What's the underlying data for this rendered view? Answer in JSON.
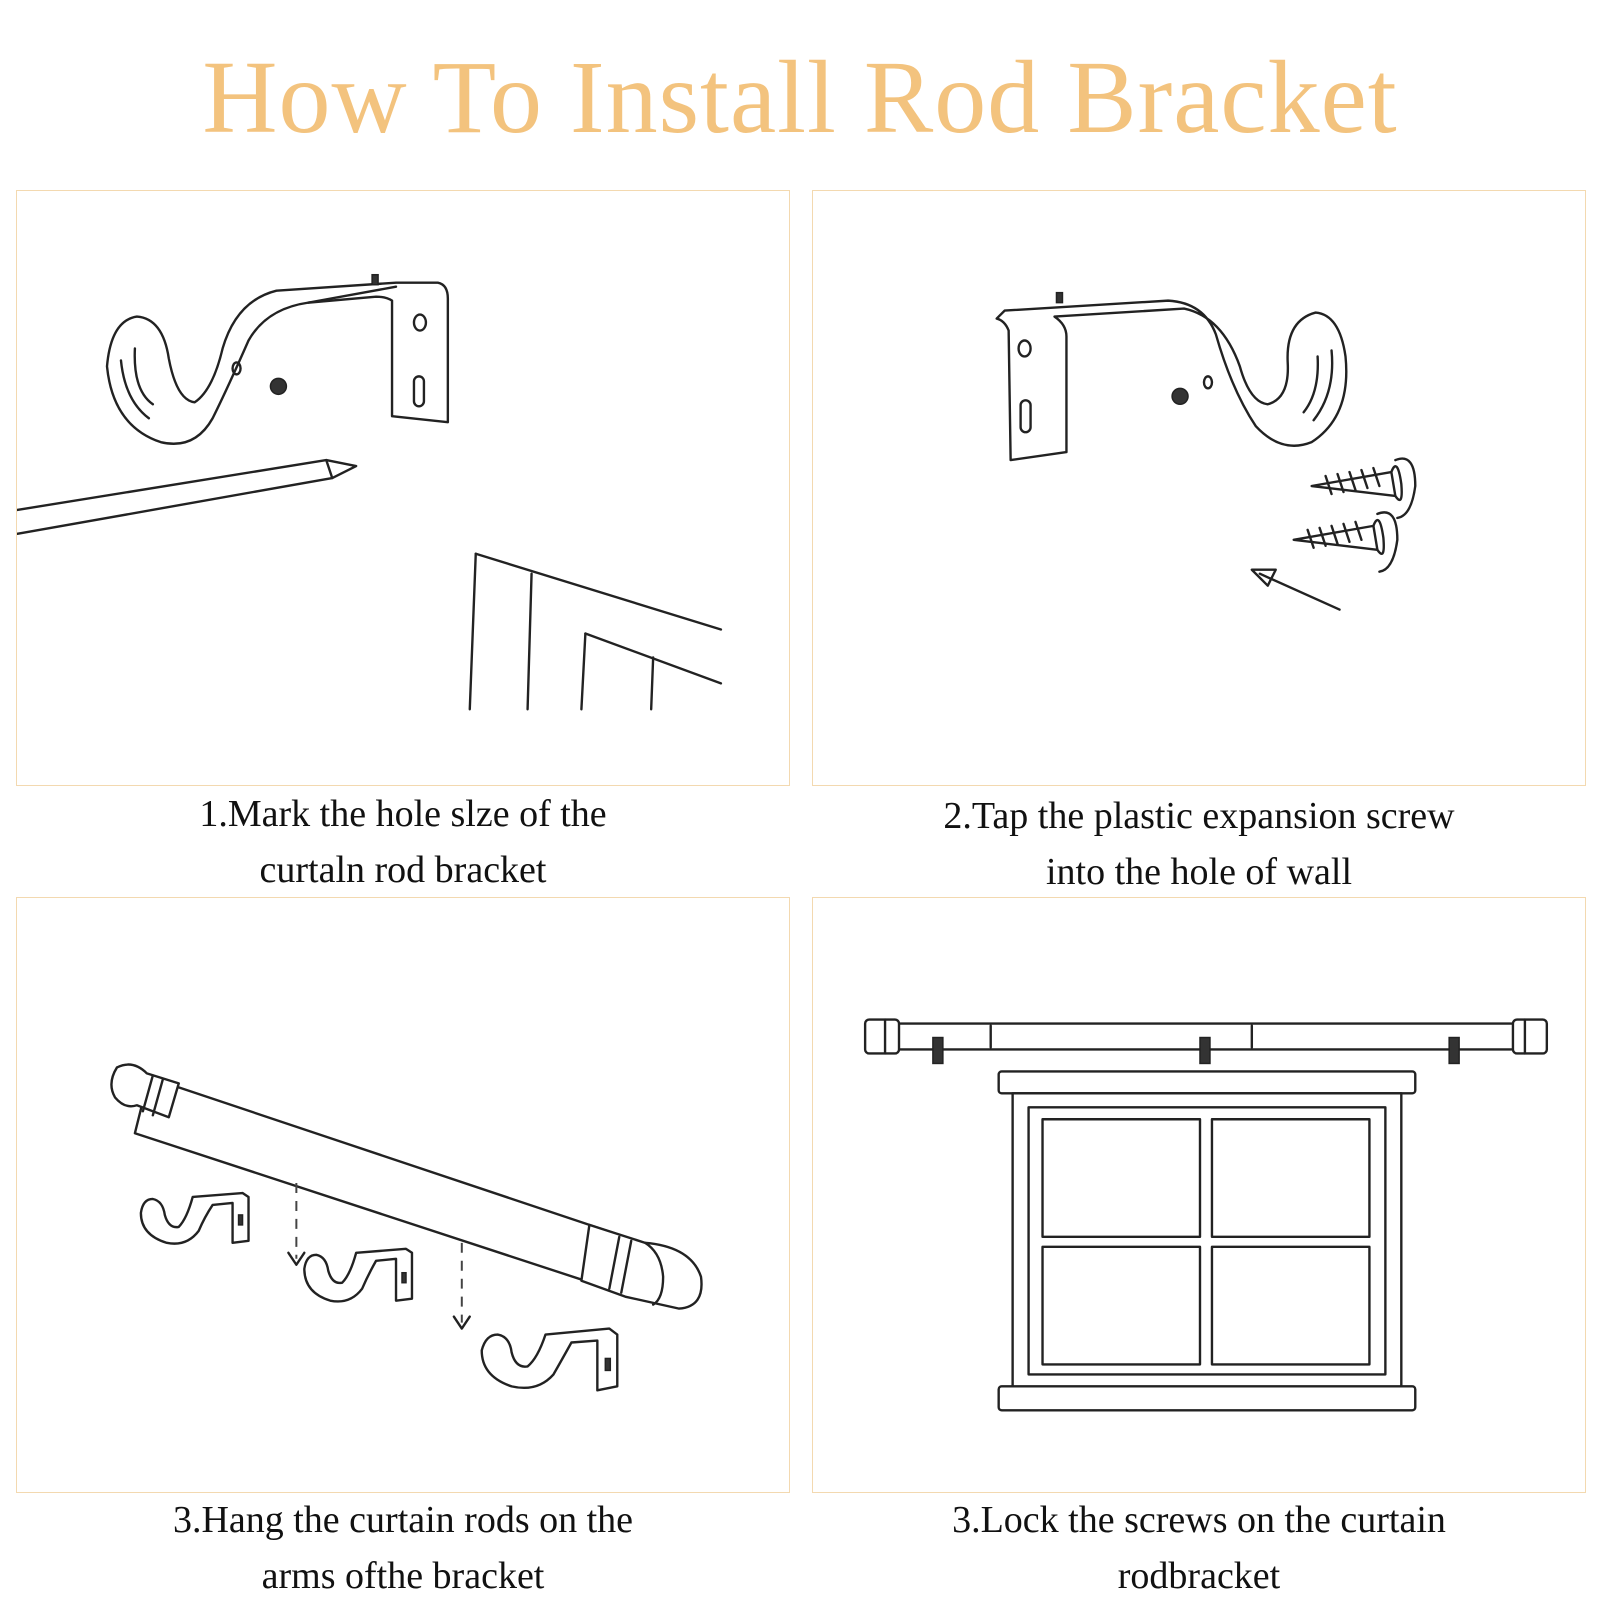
{
  "title": "How To Install Rod Bracket",
  "colors": {
    "title": "#f3c37e",
    "panel_border": "#f3d9b0",
    "line": "#222222"
  },
  "steps": [
    {
      "line1": "1.Mark the hole slze of the",
      "line2": "curtaln rod bracket",
      "illustration": "bracket-and-pencil"
    },
    {
      "line1": "2.Tap the plastic expansion screw",
      "line2": "into the hole of wall",
      "illustration": "bracket-and-screws"
    },
    {
      "line1": "3.Hang the curtain rods on the",
      "line2": "arms ofthe bracket",
      "illustration": "rod-and-brackets"
    },
    {
      "line1": "3.Lock the screws on the curtain",
      "line2": "rodbracket",
      "illustration": "rod-over-window"
    }
  ]
}
